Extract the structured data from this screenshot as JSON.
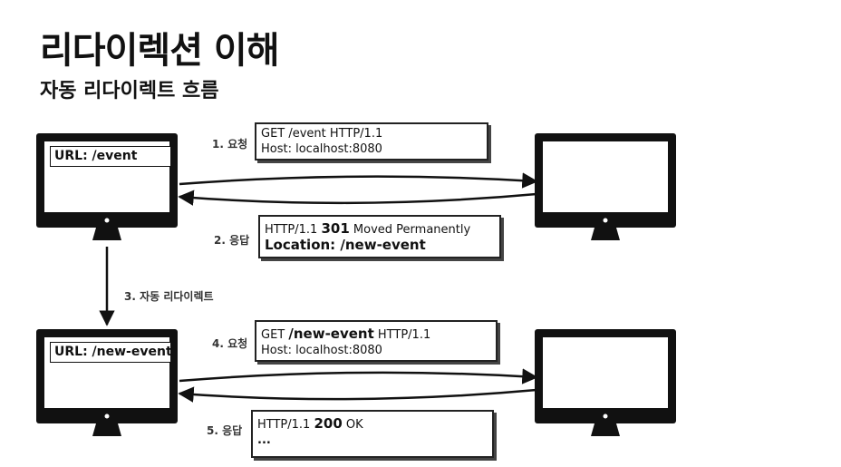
{
  "title": "리다이렉션 이해",
  "subtitle": "자동 리다이렉트 흐름",
  "colors": {
    "monitor": "#111111",
    "screen": "#ffffff",
    "text": "#111111"
  },
  "monitors": {
    "client_top_url": "URL: /event",
    "client_bottom_url": "URL: /new-event"
  },
  "steps": {
    "step1_label": "1. 요청",
    "step2_label": "2. 응답",
    "step3_label": "3. 자동 리다이렉트",
    "step4_label": "4. 요청",
    "step5_label": "5. 응답"
  },
  "messages": {
    "request1": {
      "line1": "GET /event HTTP/1.1",
      "line2": "Host: localhost:8080"
    },
    "response1": {
      "proto": "HTTP/1.1",
      "code": "301",
      "reason": "Moved Permanently",
      "location": "Location: /new-event"
    },
    "request2": {
      "method": "GET",
      "path": "/new-event",
      "proto": "HTTP/1.1",
      "host": "Host: localhost:8080"
    },
    "response2": {
      "proto": "HTTP/1.1",
      "code": "200",
      "reason": "OK",
      "ellipsis": "..."
    }
  }
}
